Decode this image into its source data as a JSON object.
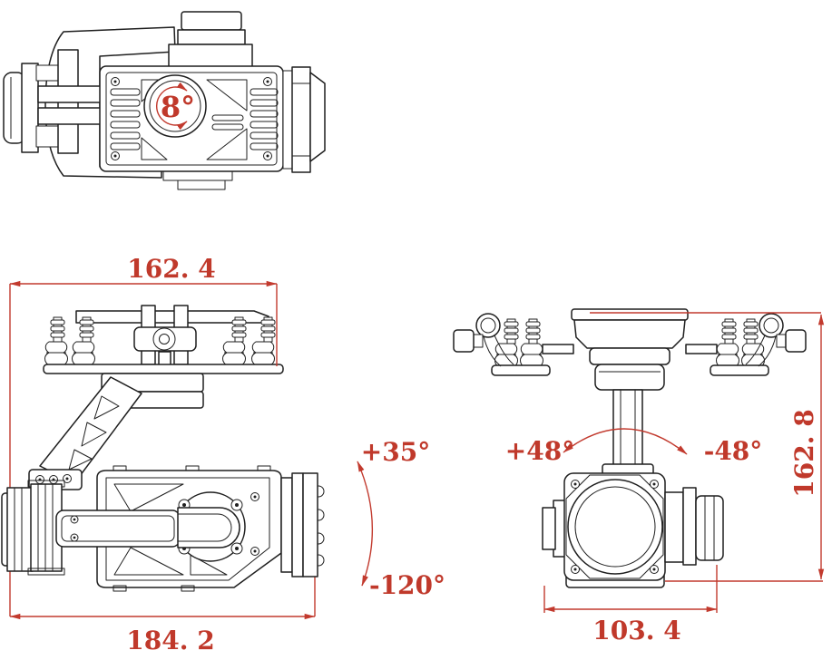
{
  "drawing": {
    "background_color": "#ffffff",
    "line_color": "#1f1f1f",
    "dimension_color": "#c0392b",
    "top_view": {
      "yaw_angle": "8°"
    },
    "front_view": {
      "width_top": "162. 4",
      "width_bottom": "184. 2",
      "tilt_up": "+35°",
      "tilt_down": "-120°"
    },
    "side_view": {
      "height": "162. 8",
      "width_bottom": "103. 4",
      "roll_positive": "+48°",
      "roll_negative": "-48°"
    }
  }
}
